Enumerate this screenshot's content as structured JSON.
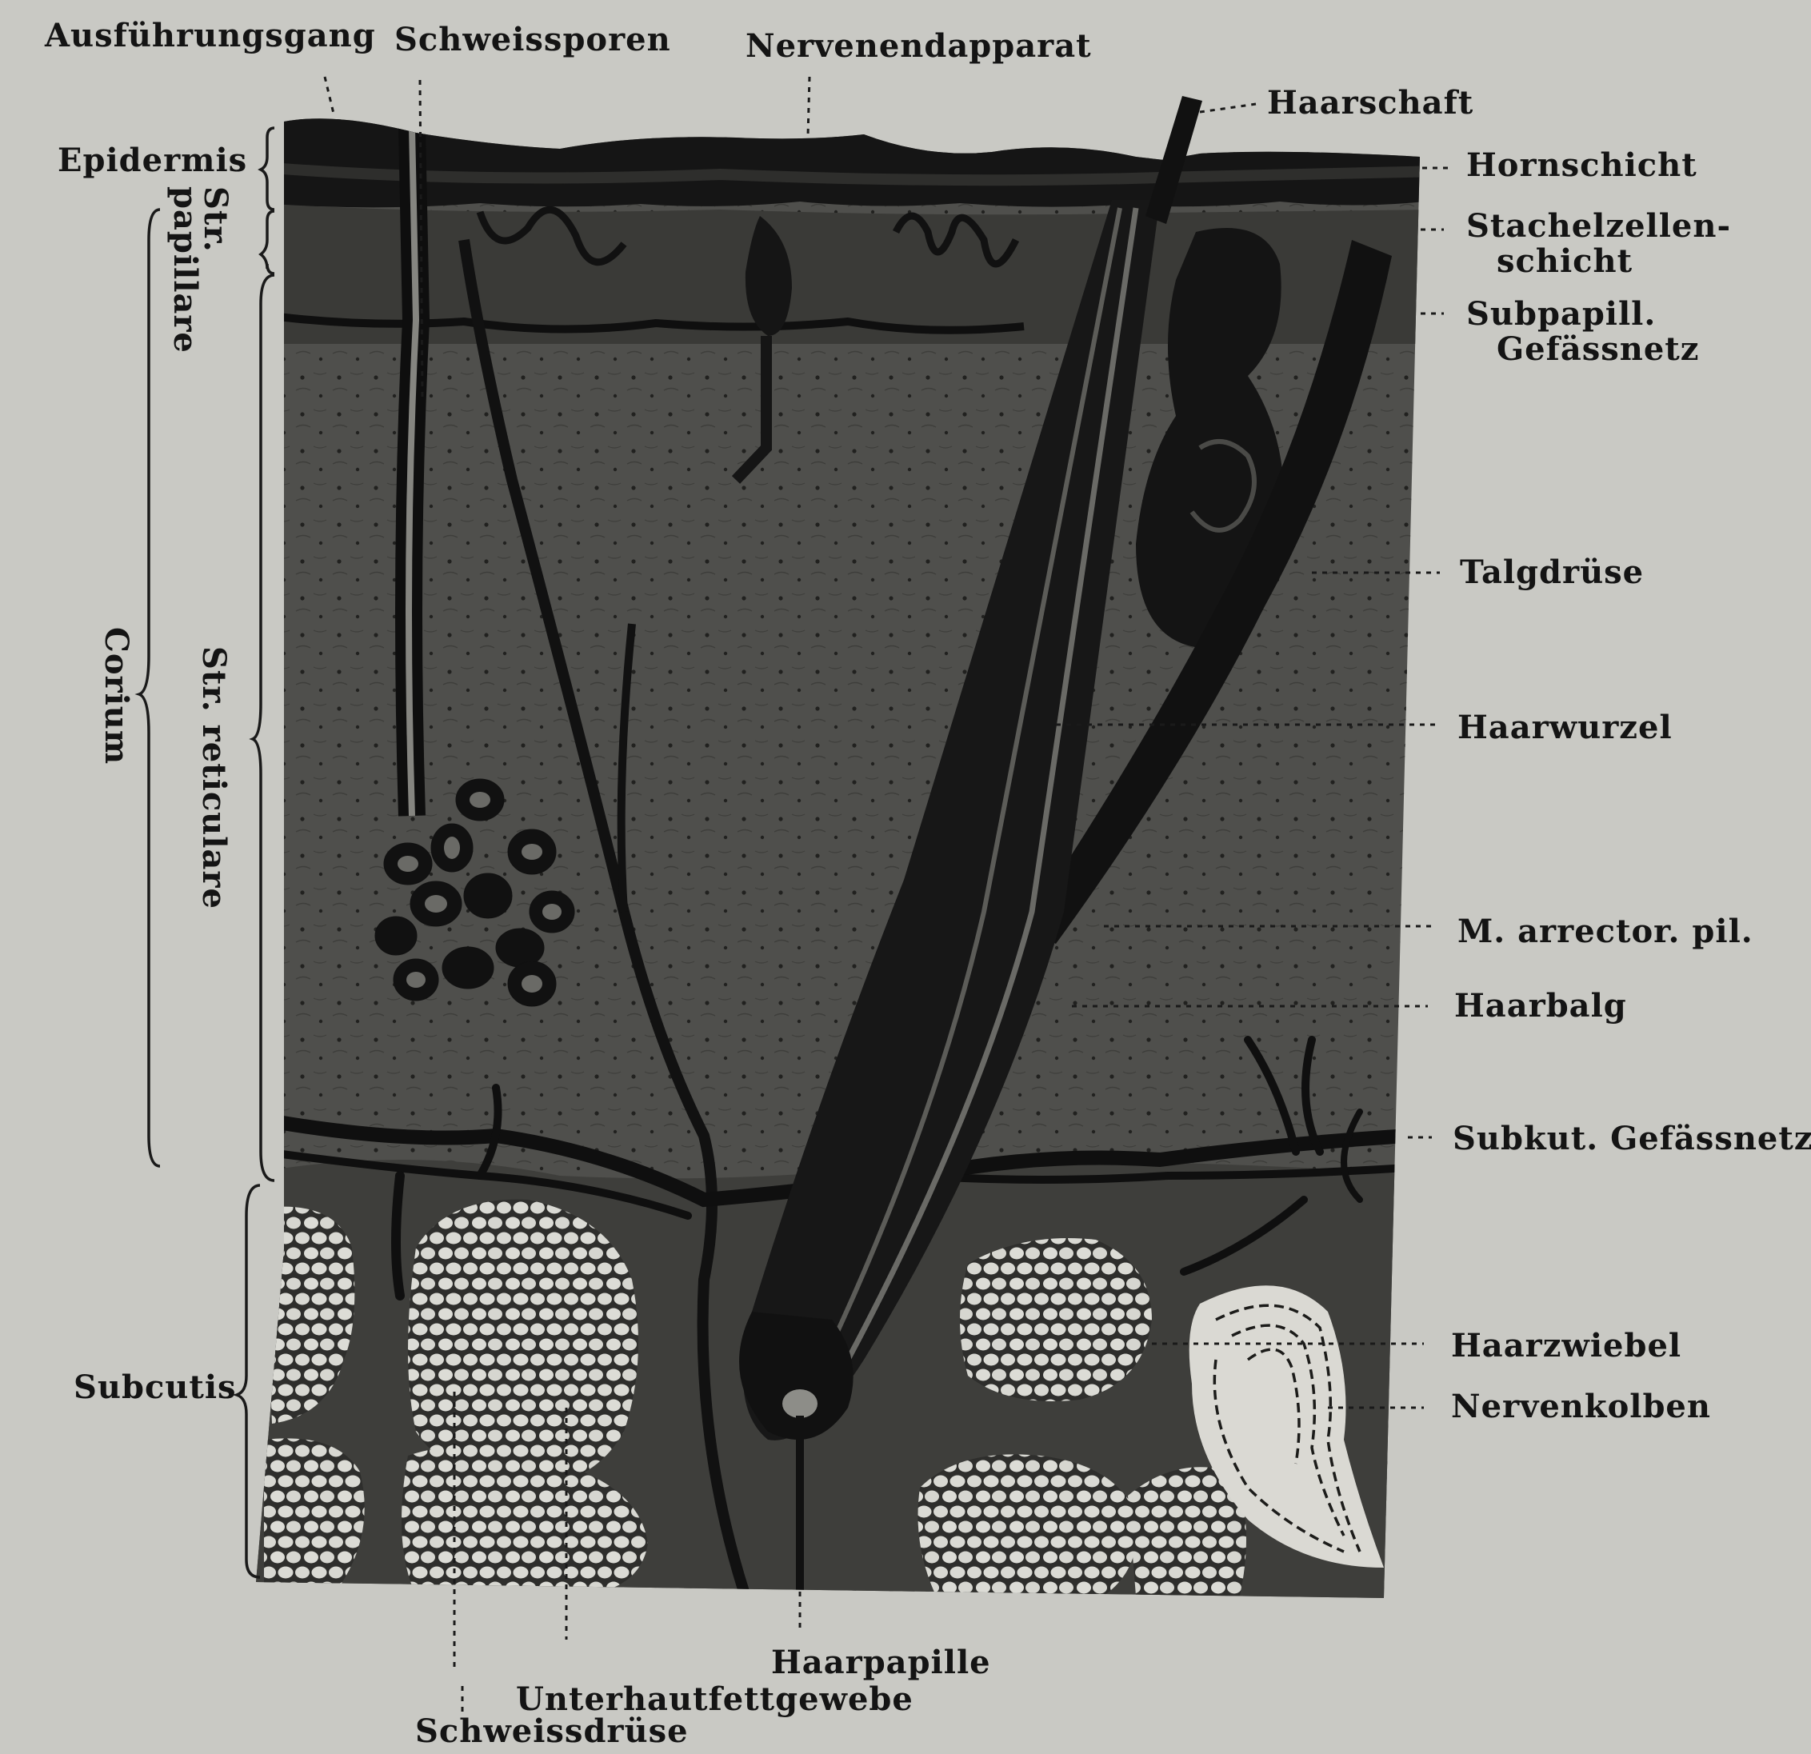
{
  "colors": {
    "background": "#c9c9c4",
    "ink": "#141414",
    "corium": "#4f4f4c",
    "epidermis": "#151515",
    "fat": "#dcdcd6"
  },
  "labels": {
    "top": {
      "ausfuehrungsgang": "Ausführungsgang",
      "schweissporen": "Schweissporen",
      "nervenendapparat": "Nervenendapparat"
    },
    "left": {
      "epidermis": "Epidermis",
      "str_papillare_1": "Str.",
      "str_papillare_2": "papillare",
      "corium": "Corium",
      "str_reticulare": "Str. reticulare",
      "subcutis": "Subcutis"
    },
    "right": {
      "haarschaft": "Haarschaft",
      "hornschicht": "Hornschicht",
      "stachelzellen_1": "Stachelzellen-",
      "stachelzellen_2": "schicht",
      "subpapill_1": "Subpapill.",
      "subpapill_2": "Gefässnetz",
      "talgdruese": "Talgdrüse",
      "haarwurzel": "Haarwurzel",
      "arrector": "M. arrector. pil.",
      "haarbalg": "Haarbalg",
      "subkut": "Subkut. Gefässnetz",
      "haarzwiebel": "Haarzwiebel",
      "nervenkolben": "Nervenkolben"
    },
    "bottom": {
      "haarpapille": "Haarpapille",
      "unterhautfettgewebe": "Unterhautfettgewebe",
      "schweissdruese": "Schweissdrüse"
    }
  }
}
